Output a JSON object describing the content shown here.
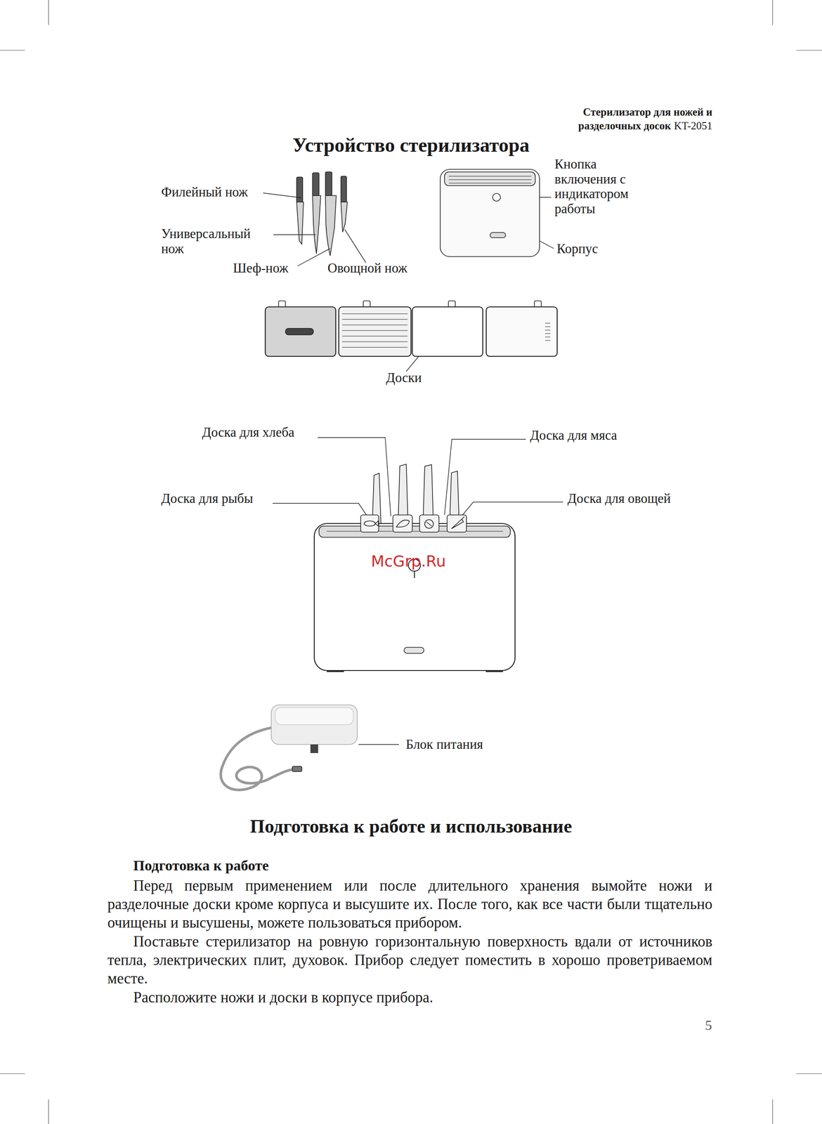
{
  "diagram": {
    "title": "Устройство стерилизатора",
    "labels": [
      "Стерилизатор для ножей и",
      "разделочных досок",
      "KT-2051",
      "Филейный нож",
      "Универсальный нож",
      "Шеф-нож",
      "Овощной нож",
      "Кнопка включения с индикатором работы",
      "Корпус",
      "Доски",
      "Доска для хлеба",
      "Доска для мяса",
      "Доска для рыбы",
      "Доска для овощей",
      "McGrp.Ru",
      "Блок питания",
      "Подготовка к работе и использование",
      "Подготовка к работе",
      "Перед первым применением или после длительного хранения вымойте ножи и разделочные доски кроме корпуса и высушите их. После того, как все части были тщательно очищены и высушены, можете пользоваться прибором.",
      "Поставьте стерилизатор на ровную горизонтальную поверхность вдали от источников тепла, электрических плит, духовок. Прибор следует поместить в хорошо проветриваемом месте.",
      "Расположите ножи и доски в корпусе прибора.",
      "5"
    ]
  }
}
